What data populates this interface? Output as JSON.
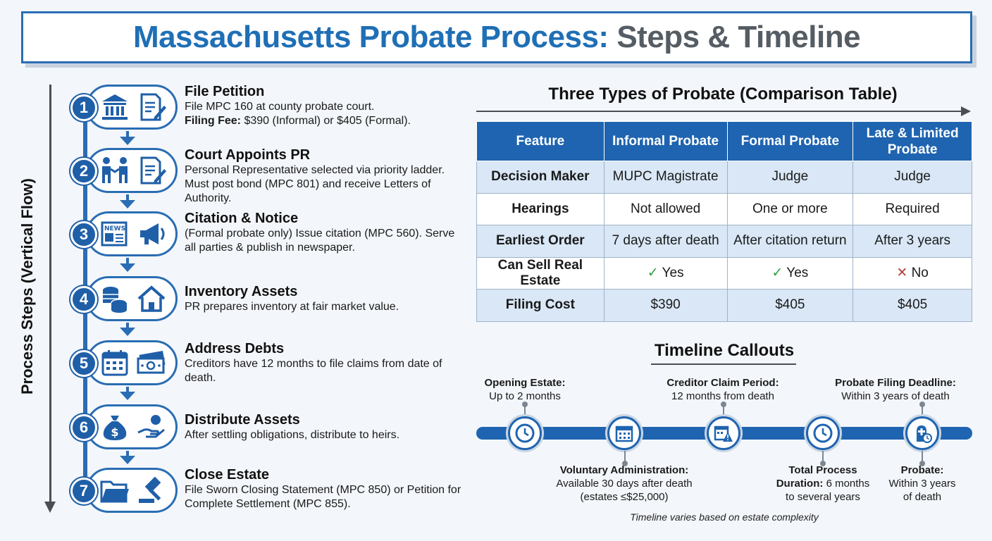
{
  "title": {
    "part1": "Massachusetts Probate Process:",
    "part2": "Steps & Timeline"
  },
  "flow_label": "Process Steps (Vertical Flow)",
  "steps": [
    {
      "num": "1",
      "title": "File Petition",
      "desc": "File MPC 160 at county probate court.",
      "fee_label": "Filing Fee:",
      "fee_text": "$390 (Informal) or $405 (Formal).",
      "icons": [
        "courthouse-icon",
        "document-pen-icon"
      ]
    },
    {
      "num": "2",
      "title": "Court Appoints PR",
      "desc": "Personal Representative selected via priority ladder. Must post bond (MPC 801) and receive Letters of Authority.",
      "icons": [
        "handshake-icon",
        "document-pen-icon"
      ]
    },
    {
      "num": "3",
      "title": "Citation & Notice",
      "desc": "(Formal probate only) Issue citation (MPC 560). Serve all parties & publish in newspaper.",
      "icons": [
        "newspaper-icon",
        "megaphone-icon"
      ],
      "news_text": "NEWS"
    },
    {
      "num": "4",
      "title": "Inventory Assets",
      "desc": "PR prepares inventory at fair market value.",
      "icons": [
        "coins-icon",
        "house-icon"
      ]
    },
    {
      "num": "5",
      "title": "Address Debts",
      "desc": "Creditors have 12 months to file claims from date of death.",
      "icons": [
        "calendar-icon",
        "cash-icon"
      ]
    },
    {
      "num": "6",
      "title": "Distribute Assets",
      "desc": "After settling obligations, distribute to heirs.",
      "icons": [
        "money-bag-icon",
        "giving-hand-icon"
      ]
    },
    {
      "num": "7",
      "title": "Close Estate",
      "desc": "File Sworn Closing Statement (MPC 850) or Petition for Complete Settlement (MPC 855).",
      "icons": [
        "folder-icon",
        "gavel-icon"
      ]
    }
  ],
  "table": {
    "title": "Three Types of Probate (Comparison Table)",
    "headers": [
      "Feature",
      "Informal Probate",
      "Formal Probate",
      "Late & Limited Probate"
    ],
    "rows": [
      [
        "Decision Maker",
        "MUPC Magistrate",
        "Judge",
        "Judge"
      ],
      [
        "Hearings",
        "Not allowed",
        "One or more",
        "Required"
      ],
      [
        "Earliest Order",
        "7 days after death",
        "After citation return",
        "After 3 years"
      ],
      [
        "Can Sell Real Estate",
        "Yes",
        "Yes",
        "No"
      ],
      [
        "Filing Cost",
        "$390",
        "$405",
        "$405"
      ]
    ],
    "sell_marks": [
      "✓",
      "✓",
      "✕"
    ]
  },
  "timeline": {
    "title": "Timeline Callouts",
    "top": [
      {
        "label": "Opening Estate:",
        "text": "Up to 2 months"
      },
      {
        "label": "Creditor Claim Period:",
        "text": "12 months from death"
      },
      {
        "label": "Probate Filing Deadline:",
        "text": "Within 3 years of death"
      }
    ],
    "bottom": [
      {
        "label": "Voluntary Administration:",
        "line1": "Available 30 days after death",
        "line2": "(estates ≤$25,000)"
      },
      {
        "label": "Total Process",
        "label2": "Duration:",
        "line1": "6 months",
        "line2": "to several years"
      },
      {
        "label": "Probate:",
        "line1": "Within 3 years",
        "line2": "of death"
      }
    ],
    "nodes": [
      "clock-icon",
      "calendar-icon",
      "calendar-warning-icon",
      "clock-icon",
      "person-clock-icon"
    ],
    "note": "Timeline varies based on estate complexity"
  },
  "colors": {
    "primary": "#1f64b0",
    "title_gray": "#555c63",
    "check": "#2f9a3f",
    "cross": "#b0423a",
    "row_alt": "#d9e7f6"
  }
}
